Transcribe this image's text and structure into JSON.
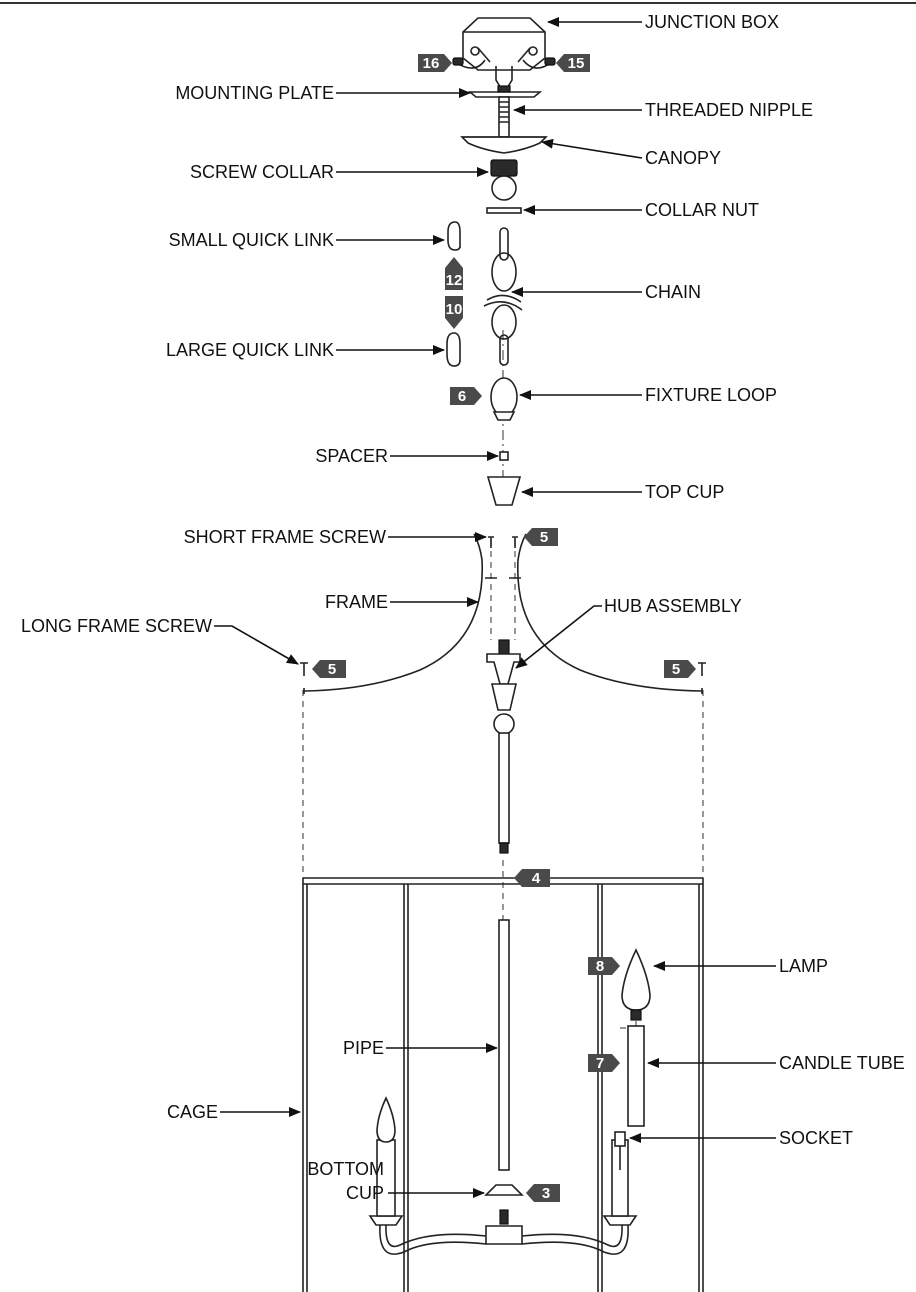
{
  "labels": {
    "junction_box": "JUNCTION BOX",
    "mounting_plate": "MOUNTING PLATE",
    "threaded_nipple": "THREADED NIPPLE",
    "canopy": "CANOPY",
    "screw_collar": "SCREW COLLAR",
    "collar_nut": "COLLAR NUT",
    "small_quick_link": "SMALL QUICK LINK",
    "chain": "CHAIN",
    "large_quick_link": "LARGE QUICK LINK",
    "fixture_loop": "FIXTURE LOOP",
    "spacer": "SPACER",
    "top_cup": "TOP CUP",
    "short_frame_screw": "SHORT FRAME SCREW",
    "frame": "FRAME",
    "hub_assembly": "HUB ASSEMBLY",
    "long_frame_screw": "LONG FRAME SCREW",
    "lamp": "LAMP",
    "pipe": "PIPE",
    "candle_tube": "CANDLE TUBE",
    "cage": "CAGE",
    "socket": "SOCKET",
    "bottom_cup_line1": "BOTTOM",
    "bottom_cup_line2": "CUP"
  },
  "steps": {
    "s16": "16",
    "s15": "15",
    "s12": "12",
    "s10": "10",
    "s6": "6",
    "s5a": "5",
    "s5b": "5",
    "s5c": "5",
    "s4": "4",
    "s8": "8",
    "s7": "7",
    "s3": "3"
  },
  "colors": {
    "badge": "#4a4a4a",
    "line": "#111111"
  }
}
